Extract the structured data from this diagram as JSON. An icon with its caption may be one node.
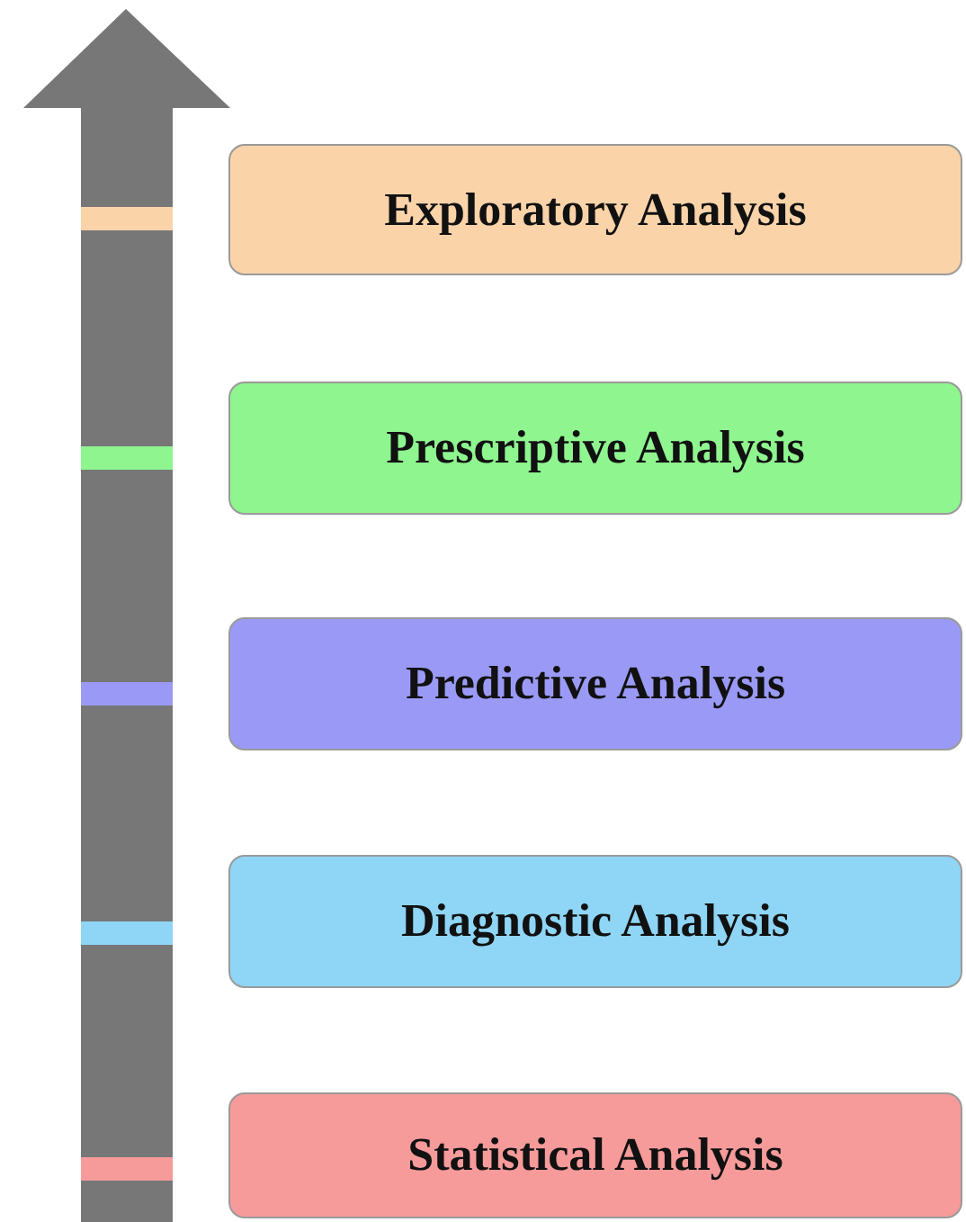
{
  "diagram": {
    "nodes": [
      {
        "text": [
          "Exploratory Analysis"
        ]
      },
      {
        "text": [
          "Prescriptive Analysis"
        ]
      },
      {
        "text": [
          "Predictive Analysis"
        ]
      },
      {
        "text": [
          "Diagnostic Analysis"
        ]
      },
      {
        "text": [
          "Statistical Analysis"
        ]
      }
    ]
  }
}
